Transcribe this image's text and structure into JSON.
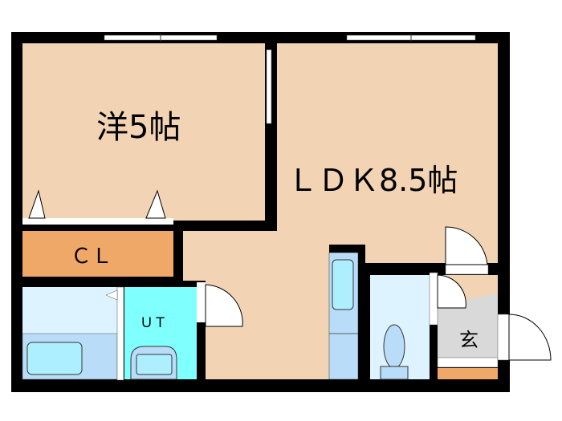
{
  "rooms": {
    "western": "洋5帖",
    "ldk": "ＬＤＫ8.5帖",
    "closet": "ＣＬ",
    "utility": "ＵＴ",
    "entrance": "玄"
  },
  "colors": {
    "floor": "#F2D3B3",
    "closet": "#F0A868",
    "bath": "#DDF3FF",
    "bathtub": "#AEEFFF",
    "utility": "#80FFFF",
    "fixture": "#B9DDF8",
    "entrance": "#D9D9D9",
    "wall": "#000000"
  }
}
